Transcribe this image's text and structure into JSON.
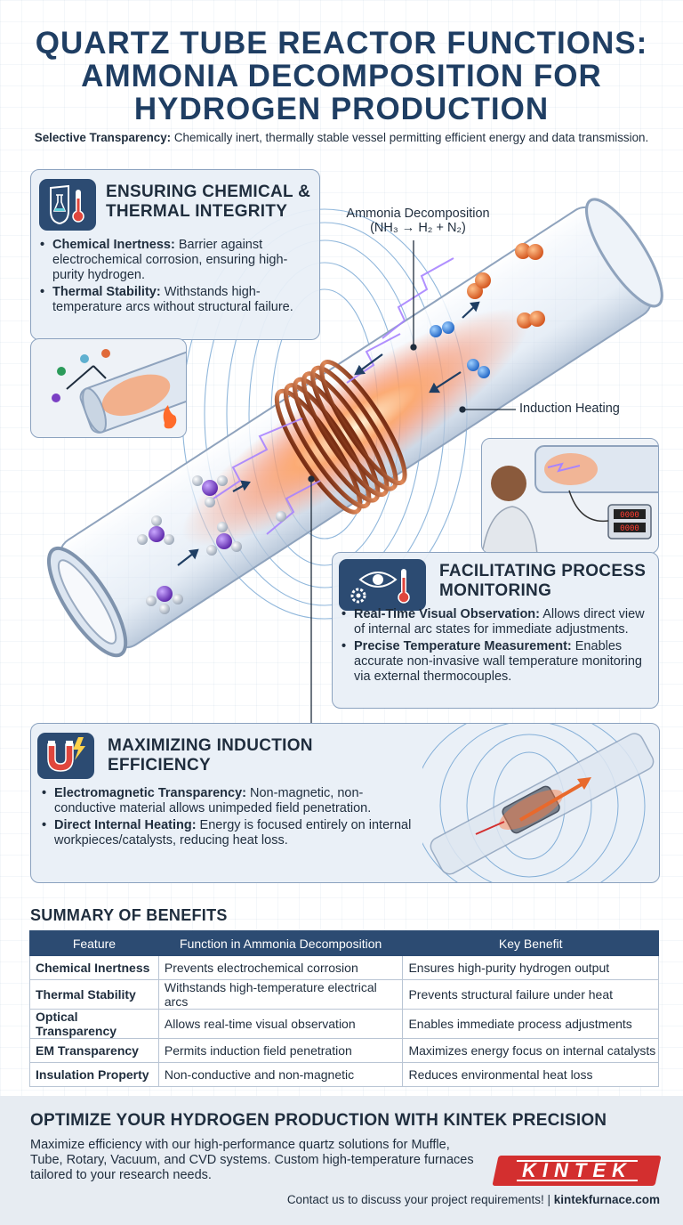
{
  "header": {
    "title_lines": [
      "QUARTZ TUBE REACTOR FUNCTIONS:",
      "AMMONIA DECOMPOSITION FOR",
      "HYDROGEN PRODUCTION"
    ],
    "subtitle_label": "Selective Transparency:",
    "subtitle_text": " Chemically inert, thermally stable vessel permitting efficient energy and data transmission."
  },
  "annotations": {
    "ammonia_title": "Ammonia Decomposition",
    "ammonia_formula": "(NH₃ → H₂ + N₂)",
    "induction_heating": "Induction Heating"
  },
  "panels": {
    "integrity": {
      "title_lines": [
        "ENSURING CHEMICAL &",
        "THERMAL INTEGRITY"
      ],
      "icon": "flask-thermometer-shield-icon",
      "bullets": [
        {
          "label": "Chemical Inertness:",
          "text": " Barrier against electrochemical corrosion, ensuring high-purity hydrogen."
        },
        {
          "label": "Thermal Stability:",
          "text": " Withstands high-temperature arcs without structural failure."
        }
      ]
    },
    "monitoring": {
      "title_lines": [
        "FACILITATING PROCESS",
        "MONITORING"
      ],
      "icon": "eye-gear-thermometer-icon",
      "bullets": [
        {
          "label": "Real-Time Visual Observation:",
          "text": " Allows direct view of internal arc states for immediate adjustments."
        },
        {
          "label": "Precise Temperature Measurement:",
          "text": " Enables accurate non-invasive wall temperature monitoring via external thermocouples."
        }
      ]
    },
    "induction": {
      "title_lines": [
        "MAXIMIZING INDUCTION",
        "EFFICIENCY"
      ],
      "icon": "magnet-lightning-icon",
      "bullets": [
        {
          "label": "Electromagnetic Transparency:",
          "text": " Non-magnetic, non-conductive material allows unimpeded field penetration."
        },
        {
          "label": "Direct Internal Heating:",
          "text": " Energy is focused entirely on internal workpieces/catalysts, reducing heat loss."
        }
      ]
    }
  },
  "thermo_display": {
    "line1": "0000",
    "line2": "0000"
  },
  "summary": {
    "title": "SUMMARY OF BENEFITS",
    "headers": [
      "Feature",
      "Function in Ammonia Decomposition",
      "Key Benefit"
    ],
    "rows": [
      [
        "Chemical Inertness",
        "Prevents electrochemical corrosion",
        "Ensures high-purity hydrogen output"
      ],
      [
        "Thermal Stability",
        "Withstands high-temperature electrical arcs",
        "Prevents structural failure under heat"
      ],
      [
        "Optical Transparency",
        "Allows real-time visual observation",
        "Enables immediate process adjustments"
      ],
      [
        "EM Transparency",
        "Permits induction field penetration",
        "Maximizes energy focus on internal catalysts"
      ],
      [
        "Insulation Property",
        "Non-conductive and non-magnetic",
        "Reduces environmental heat loss"
      ]
    ]
  },
  "footer": {
    "title": "OPTIMIZE YOUR HYDROGEN PRODUCTION WITH KINTEK PRECISION",
    "text": "Maximize efficiency with our high-performance quartz solutions for Muffle, Tube, Rotary, Vacuum, and CVD systems. Custom high-temperature furnaces tailored to your research needs.",
    "logo": "KINTEK",
    "contact_text": "Contact us to discuss your project requirements! | ",
    "contact_link": "kintekfurnace.com"
  },
  "colors": {
    "navy": "#1f3e63",
    "panel_icon": "#2c4b72",
    "coil": "#b5552e",
    "hot_glow": "#ff7a3d",
    "nitrogen": "#7a3fc4",
    "hydrogen_blue": "#2f7fe0",
    "product_orange": "#e8692c",
    "logo_red": "#d32f2f"
  }
}
